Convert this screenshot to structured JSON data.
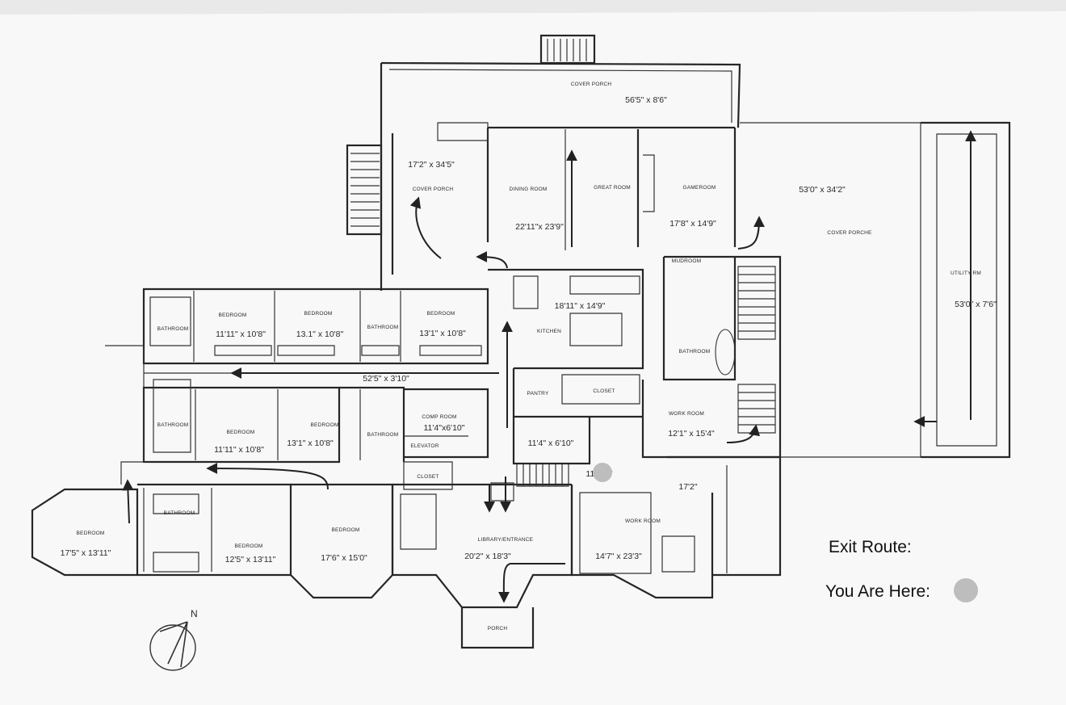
{
  "rooms": [
    {
      "id": "cover-porch-top",
      "name": "COVER PORCH",
      "dims": "56'5\" x 8'6\""
    },
    {
      "id": "cover-porch-west",
      "name": "COVER PORCH",
      "dims": "17'2\" x 34'5\""
    },
    {
      "id": "dining-room",
      "name": "DINING ROOM",
      "dims": "22'11\"x 23'9\""
    },
    {
      "id": "great-room",
      "name": "GREAT ROOM",
      "dims": ""
    },
    {
      "id": "gameroom",
      "name": "GAMEROOM",
      "dims": "17'8\" x 14'9\""
    },
    {
      "id": "cover-porche",
      "name": "COVER PORCHE",
      "dims": "53'0\" x 34'2\""
    },
    {
      "id": "utility-rm",
      "name": "UTILITY RM",
      "dims": "53'0\" x 7'6\""
    },
    {
      "id": "mudroom",
      "name": "MUDROOM",
      "dims": ""
    },
    {
      "id": "kitchen",
      "name": "KITCHEN",
      "dims": "18'11\" x 14'9\""
    },
    {
      "id": "bathroom-east",
      "name": "BATHROOM",
      "dims": ""
    },
    {
      "id": "pantry",
      "name": "PANTRY",
      "dims": ""
    },
    {
      "id": "closet-kitchen",
      "name": "CLOSET",
      "dims": ""
    },
    {
      "id": "work-room-east",
      "name": "WORK ROOM",
      "dims": "12'1\" x 15'4\""
    },
    {
      "id": "bedroom-n1",
      "name": "BEDROOM",
      "dims": "11'11\" x 10'8\""
    },
    {
      "id": "bedroom-n2",
      "name": "BEDROOM",
      "dims": "13.1\" x 10'8\""
    },
    {
      "id": "bedroom-n3",
      "name": "BEDROOM",
      "dims": "13'1\" x 10'8\""
    },
    {
      "id": "bathroom-nw",
      "name": "BATHROOM",
      "dims": ""
    },
    {
      "id": "bathroom-n",
      "name": "BATHROOM",
      "dims": ""
    },
    {
      "id": "hallway",
      "name": "",
      "dims": "52'5\" x 3'10\""
    },
    {
      "id": "bathroom-w",
      "name": "BATHROOM",
      "dims": ""
    },
    {
      "id": "bedroom-s1",
      "name": "BEDROOM",
      "dims": "11'11\" x 10'8\""
    },
    {
      "id": "bedroom-s2",
      "name": "BEDROOM",
      "dims": "13'1\" x 10'8\""
    },
    {
      "id": "bathroom-c",
      "name": "BATHROOM",
      "dims": ""
    },
    {
      "id": "comp-room",
      "name": "COMP ROOM",
      "dims": "11'4\"x6'10\""
    },
    {
      "id": "elevator",
      "name": "ELEVATOR",
      "dims": ""
    },
    {
      "id": "closet-c",
      "name": "CLOSET",
      "dims": ""
    },
    {
      "id": "stair-room",
      "name": "",
      "dims": "11'4\" x 6'10\""
    },
    {
      "id": "stair-hall",
      "name": "",
      "dims": "11'   3'7\""
    },
    {
      "id": "room-se",
      "name": "",
      "dims": "17'2\""
    },
    {
      "id": "bedroom-sw",
      "name": "BEDROOM",
      "dims": "17'5\" x 13'11\""
    },
    {
      "id": "bathroom-sw",
      "name": "BATHROOM",
      "dims": ""
    },
    {
      "id": "bedroom-s3",
      "name": "BEDROOM",
      "dims": "12'5\" x 13'11\""
    },
    {
      "id": "bedroom-s4",
      "name": "BEDROOM",
      "dims": "17'6\" x 15'0\""
    },
    {
      "id": "library",
      "name": "LIBRARY/ENTRANCE",
      "dims": "20'2\" x 18'3\""
    },
    {
      "id": "work-room-south",
      "name": "WORK ROOM",
      "dims": "14'7\" x 23'3\""
    },
    {
      "id": "porch",
      "name": "PORCH",
      "dims": ""
    }
  ],
  "legend": {
    "exit_route": "Exit Route:",
    "you_are_here": "You Are Here:"
  },
  "compass": {
    "label": "N"
  },
  "colors": {
    "paper": "#f8f8f8",
    "line": "#262626",
    "here_marker": "#bdbdbd"
  }
}
